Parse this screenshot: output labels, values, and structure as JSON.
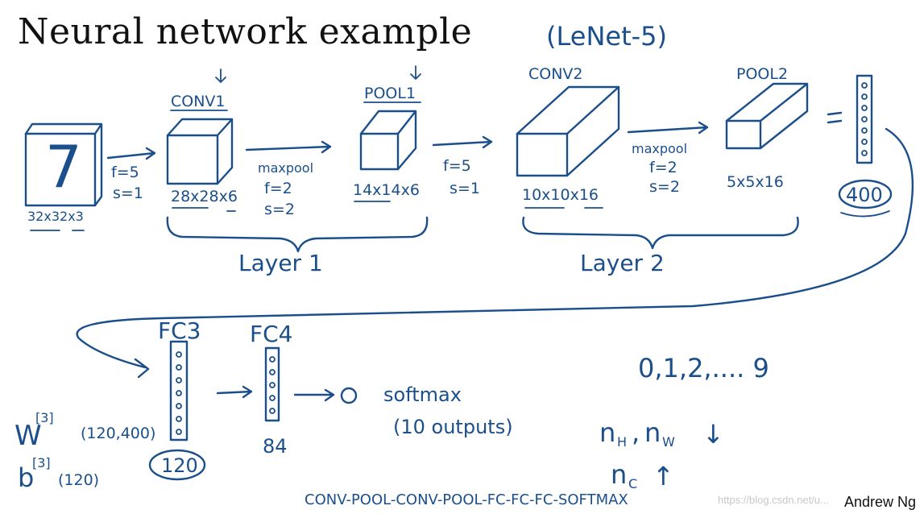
{
  "slide": {
    "title": "Neural network example",
    "subtitle": "(LeNet-5)",
    "author": "Andrew Ng",
    "watermark": "https://blog.csdn.net/u..."
  },
  "ink_color": "#1b4f8c",
  "nodes": {
    "input": {
      "size": "32x32x3",
      "digit": "7"
    },
    "conv1_arrow": {
      "f": "f=5",
      "s": "s=1"
    },
    "conv1": {
      "label": "CONV1",
      "size": "28x28x6"
    },
    "pool1_arrow": {
      "op": "maxpool",
      "f": "f=2",
      "s": "s=2"
    },
    "pool1": {
      "label": "POOL1",
      "size": "14x14x6"
    },
    "conv2_arrow": {
      "f": "f=5",
      "s": "s=1"
    },
    "conv2": {
      "label": "CONV2",
      "size": "10x10x16"
    },
    "pool2_arrow": {
      "op": "maxpool",
      "f": "f=2",
      "s": "s=2"
    },
    "pool2": {
      "label": "POOL2",
      "size": "5x5x16"
    },
    "flatten": {
      "size": "400"
    },
    "fc3": {
      "label": "FC3",
      "size": "120"
    },
    "fc4": {
      "label": "FC4",
      "size": "84"
    },
    "softmax": {
      "label": "softmax",
      "outputs": "(10 outputs)"
    }
  },
  "layers": {
    "layer1": "Layer 1",
    "layer2": "Layer 2"
  },
  "params": {
    "W": "W",
    "W_sup": "[3]",
    "W_shape": "(120,400)",
    "b": "b",
    "b_sup": "[3]",
    "b_shape": "(120)"
  },
  "notes": {
    "classes": "0,1,2,.... 9",
    "nH": "n",
    "nH_sub": "H",
    "nW": "n",
    "nW_sub": "W",
    "down_arrow": "↓",
    "nC": "n",
    "nC_sub": "C",
    "up_arrow": "↑",
    "pattern": "CONV-POOL-CONV-POOL-FC-FC-FC-SOFTMAX"
  }
}
